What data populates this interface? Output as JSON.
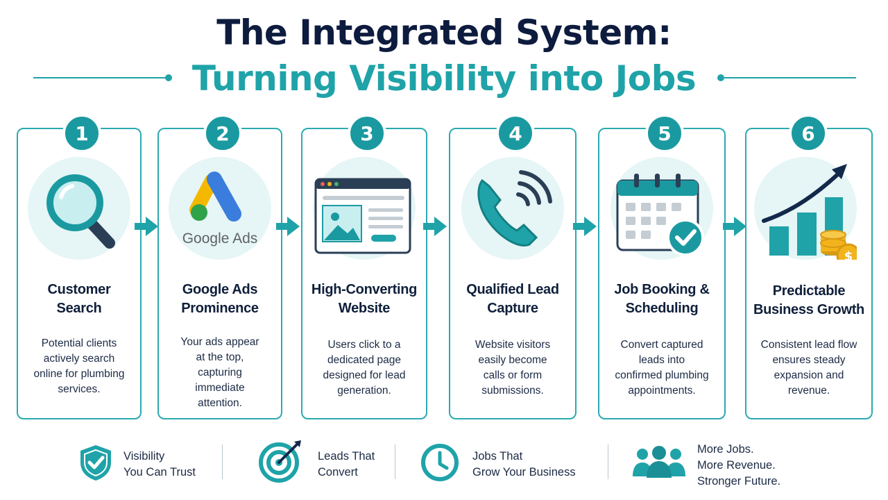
{
  "header": {
    "title": "The Integrated System:",
    "subtitle": "Turning Visibility into Jobs"
  },
  "steps": [
    {
      "number": "1",
      "title_line1": "Customer",
      "title_line2": "Search",
      "desc": [
        "Potential clients",
        "actively search",
        "online for plumbing",
        "services."
      ],
      "icon": "magnifier-icon"
    },
    {
      "number": "2",
      "title_line1": "Google Ads",
      "title_line2": "Prominence",
      "desc": [
        "Your ads appear",
        "at the top,",
        "capturing",
        "immediate",
        "attention."
      ],
      "icon": "google-ads-logo",
      "logo_text": "Google Ads"
    },
    {
      "number": "3",
      "title_line1": "High-Converting",
      "title_line2": "Website",
      "desc": [
        "Users click to a",
        "dedicated page",
        "designed for lead",
        "generation."
      ],
      "icon": "browser-window-icon"
    },
    {
      "number": "4",
      "title_line1": "Qualified Lead",
      "title_line2": "Capture",
      "desc": [
        "Website visitors",
        "easily become",
        "calls or form",
        "submissions."
      ],
      "icon": "phone-call-icon"
    },
    {
      "number": "5",
      "title_line1": "Job Booking &",
      "title_line2": "Scheduling",
      "desc": [
        "Convert captured",
        "leads into",
        "confirmed plumbing",
        "appointments."
      ],
      "icon": "calendar-check-icon"
    },
    {
      "number": "6",
      "title_line1": "Predictable",
      "title_line2": "Business Growth",
      "desc": [
        "Consistent lead flow",
        "ensures steady",
        "expansion and",
        "revenue."
      ],
      "icon": "growth-chart-icon"
    }
  ],
  "footer": [
    {
      "line1": "Visibility",
      "line2": "You Can Trust",
      "icon": "shield-check-icon"
    },
    {
      "line1": "Leads That",
      "line2": "Convert",
      "icon": "target-icon"
    },
    {
      "line1": "Jobs That",
      "line2": "Grow Your Business",
      "icon": "clock-icon"
    },
    {
      "line1": "More Jobs.",
      "line2": "More Revenue.",
      "line3": "Stronger Future.",
      "icon": "team-icon"
    }
  ],
  "colors": {
    "teal": "#1fa3a8",
    "navy": "#0d1b3e",
    "light_teal": "#e6f5f5",
    "gold": "#f2b31c"
  }
}
